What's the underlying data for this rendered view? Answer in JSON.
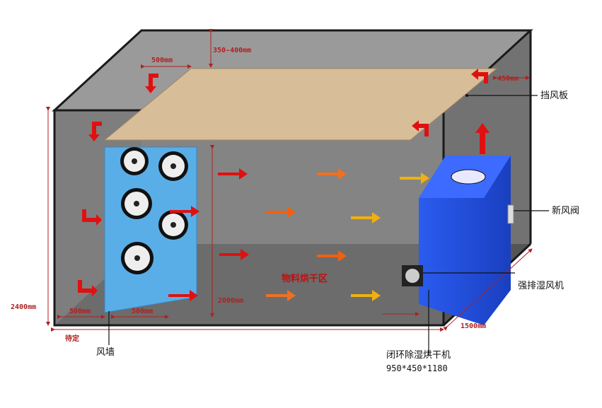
{
  "labels": {
    "baffle": "挡风板",
    "fresh_air_valve": "新风阀",
    "exhaust_fan": "强排湿风机",
    "fan_wall": "风墙",
    "dryer_name": "闭环除湿烘干机",
    "dryer_size": "950*450*1180",
    "drying_zone": "物料烘干区"
  },
  "dimensions": {
    "top_clearance": "350-400mm",
    "top_left_500": "500mm",
    "top_right_450": "450mm",
    "height_2400": "2400mm",
    "inner_2000": "2000mm",
    "floor_500_a": "500mm",
    "floor_500_b": "500mm",
    "depth_1500": "1500mm",
    "length_tbd": "待定"
  },
  "colors": {
    "room_wall": "#7a7a7a",
    "room_back": "#8a8a8a",
    "floor": "#555555",
    "baffle": "#d8be98",
    "fan_wall": "#5aaee8",
    "dryer": "#1f4fe0",
    "dimension": "#b02020"
  }
}
